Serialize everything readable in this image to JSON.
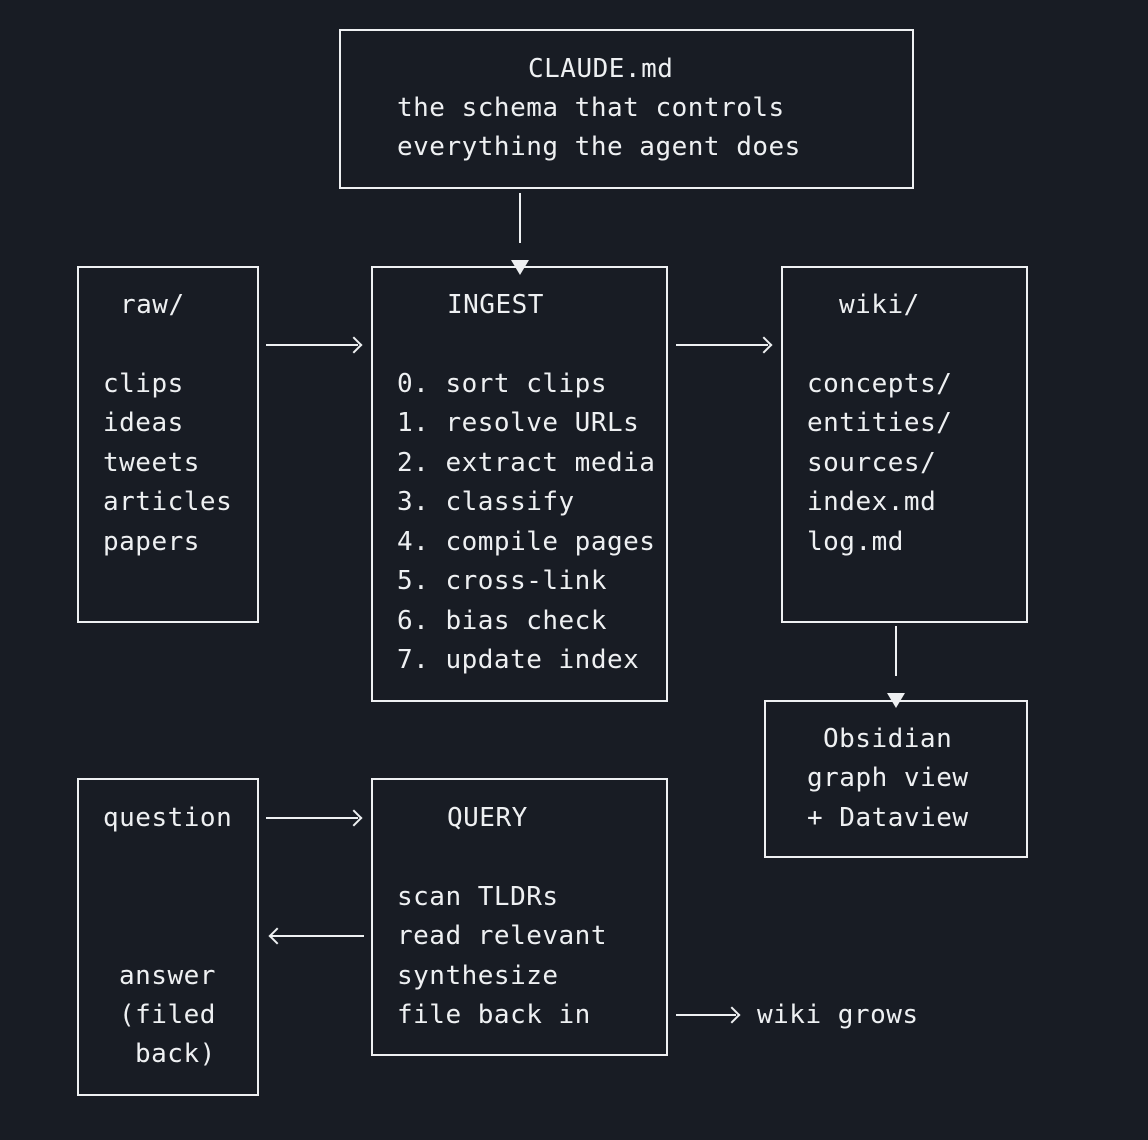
{
  "schema": {
    "title": "CLAUDE.md",
    "line1": "the schema that controls",
    "line2": "everything the agent does"
  },
  "raw": {
    "title": "raw/",
    "items": [
      "clips",
      "ideas",
      "tweets",
      "articles",
      "papers"
    ]
  },
  "ingest": {
    "title": "INGEST",
    "steps": [
      "0. sort clips",
      "1. resolve URLs",
      "2. extract media",
      "3. classify",
      "4. compile pages",
      "5. cross-link",
      "6. bias check",
      "7. update index"
    ]
  },
  "wiki": {
    "title": "wiki/",
    "items": [
      "concepts/",
      "entities/",
      "sources/",
      "index.md",
      "log.md"
    ]
  },
  "obsidian": {
    "lines": [
      "Obsidian",
      "graph view",
      "+ Dataview"
    ]
  },
  "question": {
    "title": "question",
    "answer_lines": [
      "answer",
      "(filed",
      "back)"
    ]
  },
  "query": {
    "title": "QUERY",
    "steps": [
      "scan TLDRs",
      "read relevant",
      "synthesize",
      "file back in"
    ]
  },
  "growth": {
    "label": "wiki grows"
  }
}
